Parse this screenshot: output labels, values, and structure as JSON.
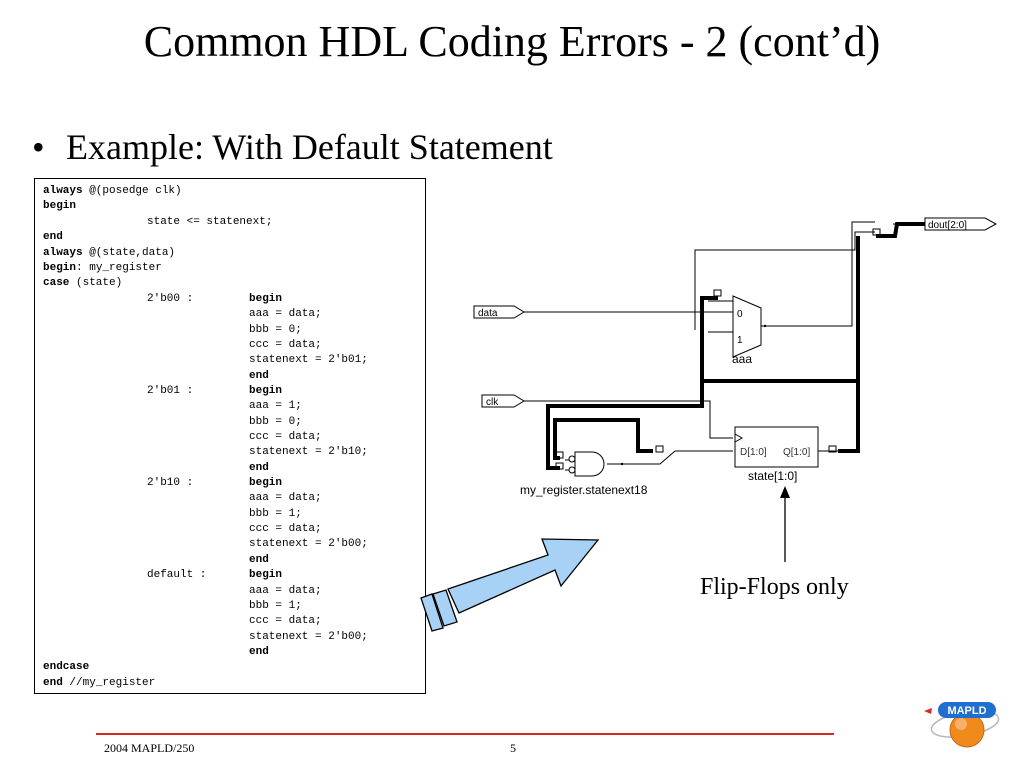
{
  "title": "Common HDL Coding Errors - 2 (cont’d)",
  "bullet": "Example: With Default Statement",
  "code": {
    "l1": {
      "kw": "always",
      "rest": " @(posedge clk)"
    },
    "l2": {
      "kw": "begin"
    },
    "l3": {
      "rest": "state <= statenext;"
    },
    "l4": {
      "kw": "end"
    },
    "l5": {
      "kw": "always",
      "rest": " @(state,data)"
    },
    "l6": {
      "kw": "begin",
      "rest": ": my_register"
    },
    "l7": {
      "kw": "case",
      "rest": " (state)"
    },
    "case_labels": [
      "2'b00 :",
      "2'b01 :",
      "2'b10 :",
      "default :"
    ],
    "begin_kw": "begin",
    "end_kw": "end",
    "blocks": [
      [
        "aaa = data;",
        "bbb = 0;",
        "ccc = data;",
        "statenext = 2'b01;"
      ],
      [
        "aaa = 1;",
        "bbb = 0;",
        "ccc = data;",
        "statenext = 2'b10;"
      ],
      [
        "aaa = data;",
        "bbb = 1;",
        "ccc = data;",
        "statenext = 2'b00;"
      ],
      [
        "aaa = data;",
        "bbb = 1;",
        "ccc = data;",
        "statenext = 2'b00;"
      ]
    ],
    "endcase": "endcase",
    "last": {
      "kw": "end",
      "rest": " //my_register"
    }
  },
  "schematic": {
    "data_port": "data",
    "clk_port": "clk",
    "dout_port": "dout[2:0]",
    "mux_name": "aaa",
    "mux_in0": "0",
    "mux_in1": "1",
    "ff_name": "state[1:0]",
    "ff_d": "D[1:0]",
    "ff_q": "Q[1:0]",
    "gate_name": "my_register.statenext18",
    "bus_tag": "[]"
  },
  "annotation": "Flip-Flops only",
  "footer": {
    "left": "2004 MAPLD/250",
    "page": "5",
    "logo_text": "MAPLD"
  },
  "colors": {
    "arrow_fill": "#a8d2f5",
    "footer_rule": "#d62a1f",
    "logo_blue": "#1f6fd1",
    "logo_orange": "#f08a1c"
  }
}
